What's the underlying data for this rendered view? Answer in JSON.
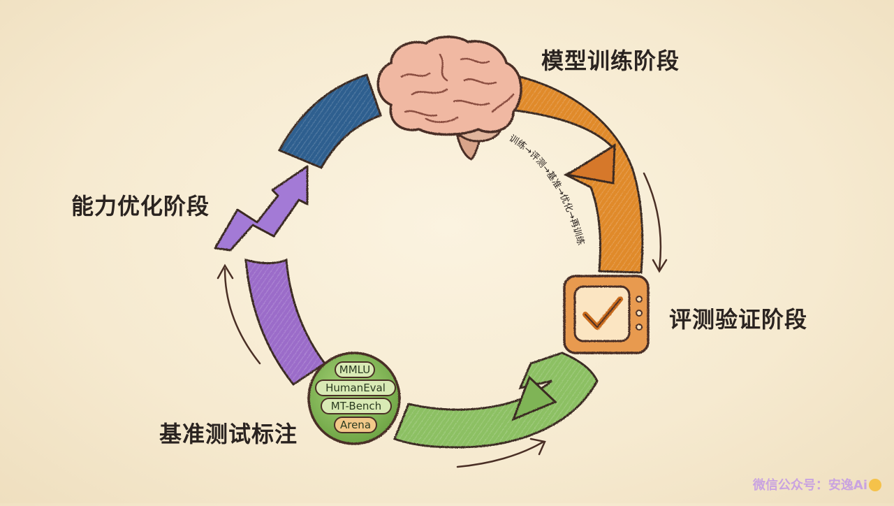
{
  "stages": {
    "training": "模型训练阶段",
    "evaluation": "评测验证阶段",
    "benchmark": "基准测试标注",
    "optimization": "能力优化阶段"
  },
  "cycle_text": "训练→评测→基准→优化→再训练",
  "benchmarks": [
    "MMLU",
    "HumanEval",
    "MT-Bench",
    "Arena"
  ],
  "watermark": "微信公众号：安逸Ai",
  "colors": {
    "training_arc": "#e08a2c",
    "evaluation_arc": "#8cc063",
    "benchmark_arc": "#9b6cc9",
    "optimization_arc": "#2e5f8f",
    "outline": "#4a2f25",
    "background": "#f6ead0"
  },
  "icons": {
    "training": "brain-icon",
    "evaluation": "checkmark-monitor-icon",
    "benchmark": "benchmark-badge-icon",
    "optimization": "zigzag-arrow-icon"
  }
}
